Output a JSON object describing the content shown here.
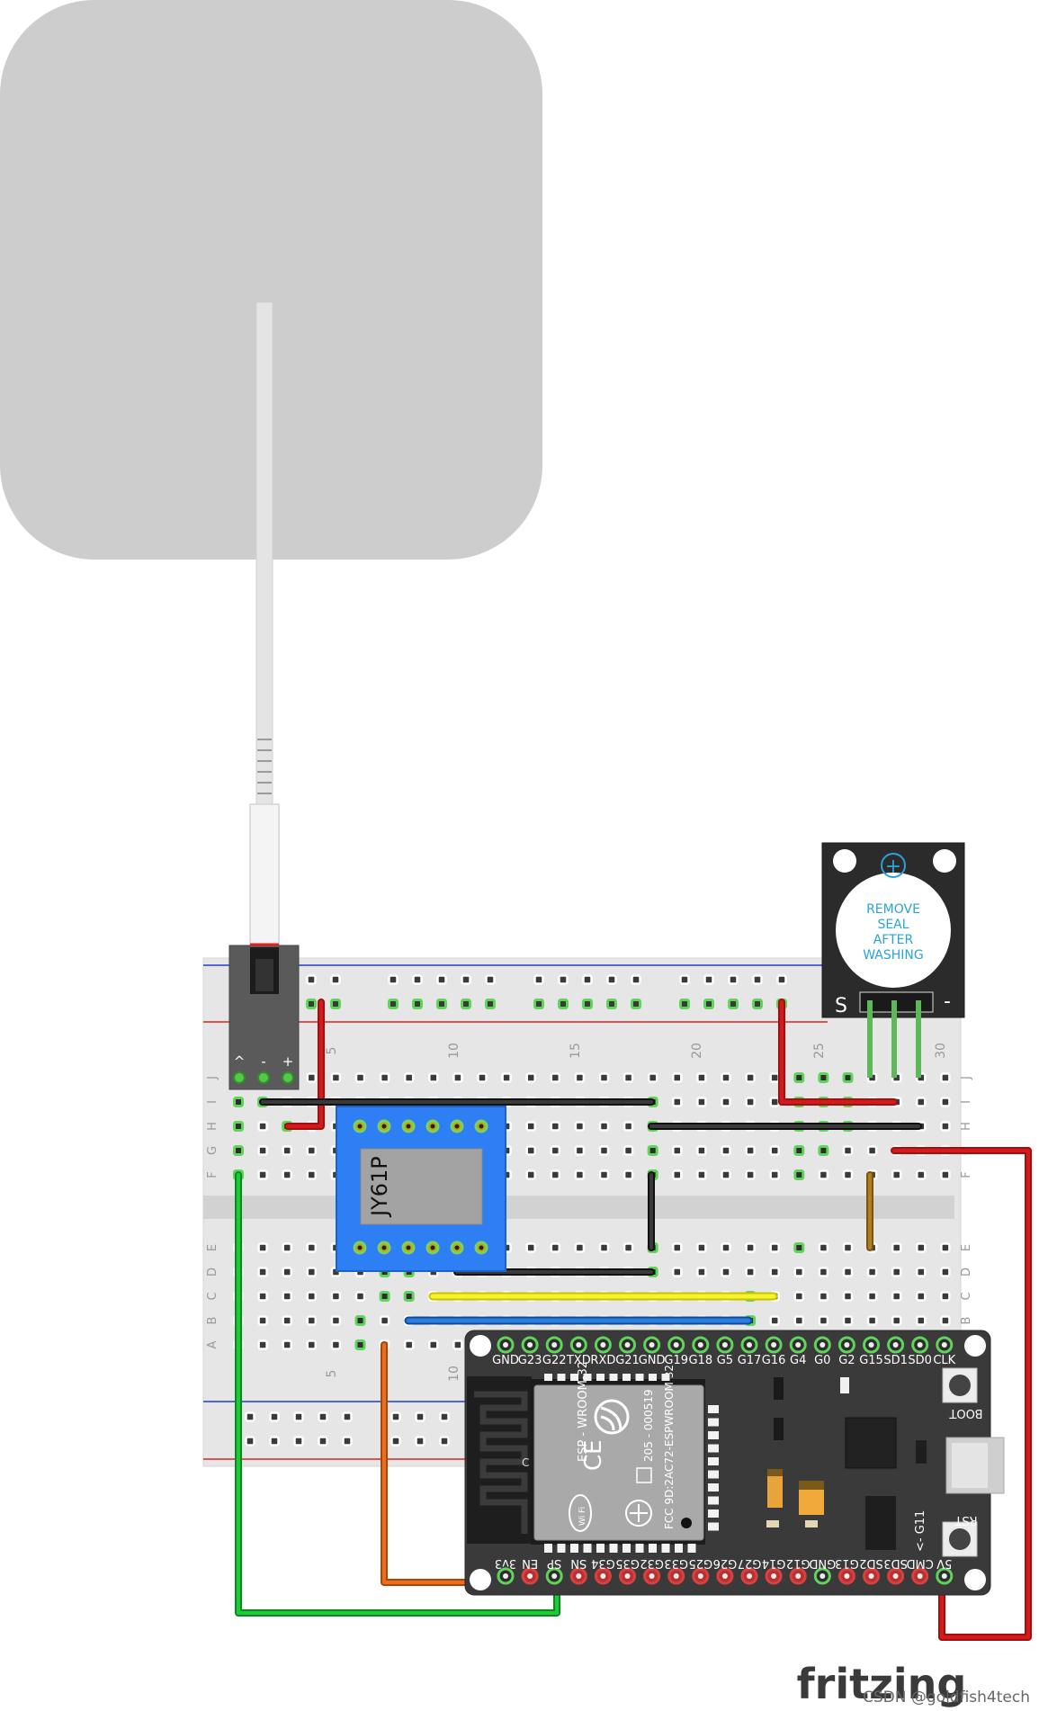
{
  "breadboard": {
    "col_numbers": [
      "5",
      "10",
      "15",
      "20",
      "25",
      "30"
    ],
    "row_letters_top": [
      "J",
      "I",
      "H",
      "G",
      "F"
    ],
    "row_letters_bottom": [
      "E",
      "D",
      "C",
      "B",
      "A"
    ]
  },
  "sensor_connector": {
    "pins": [
      "^",
      "-",
      "+"
    ]
  },
  "jy61p": {
    "label": "JY61P"
  },
  "buzzer": {
    "plus_symbol": "+",
    "seal_text": [
      "REMOVE",
      "SEAL",
      "AFTER",
      "WASHING"
    ],
    "pin_s": "S",
    "pin_minus": "-"
  },
  "esp32": {
    "top_pins": [
      "GND",
      "G23",
      "G22",
      "TXD",
      "RXD",
      "G21",
      "GND",
      "G19",
      "G18",
      "G5",
      "G17",
      "G16",
      "G4",
      "G0",
      "G2",
      "G15",
      "SD1",
      "SD0",
      "CLK"
    ],
    "bottom_pins": [
      "3V3",
      "EN",
      "SP",
      "SN",
      "G34",
      "G35",
      "G32",
      "G33",
      "G25",
      "G26",
      "G27",
      "G14",
      "G12",
      "GND",
      "G13",
      "SD2",
      "SD3",
      "CMD",
      "5V"
    ],
    "bottom_pins_visible": [
      "3v3",
      "EN",
      "SP",
      "SN",
      "G34",
      "G35",
      "G32",
      "G33",
      "G25",
      "G26",
      "G27",
      "G14",
      "G12",
      "GND",
      "G13",
      "SD2",
      "SD3",
      "CMD",
      "5V"
    ],
    "module_text": {
      "title": "ESP - WROOM-32",
      "ce": "CE",
      "r_code": "205 - 000519",
      "fcc": "FCC 9D:2AC72-ESPWROOM 32",
      "wifi": "Wi Fi",
      "c": "C"
    },
    "boot_label": "BOOT",
    "rst_label": "RST",
    "g11_label": "<- G11"
  },
  "footer": {
    "brand": "fritzing",
    "watermark": "CSDN @goldfish4tech"
  },
  "wire_colors": {
    "red": "#cc1010",
    "black": "#222222",
    "green": "#16b52e",
    "orange": "#e0661a",
    "yellow": "#f4f01a",
    "blue": "#1a68c8",
    "brown": "#9b6e1e"
  }
}
